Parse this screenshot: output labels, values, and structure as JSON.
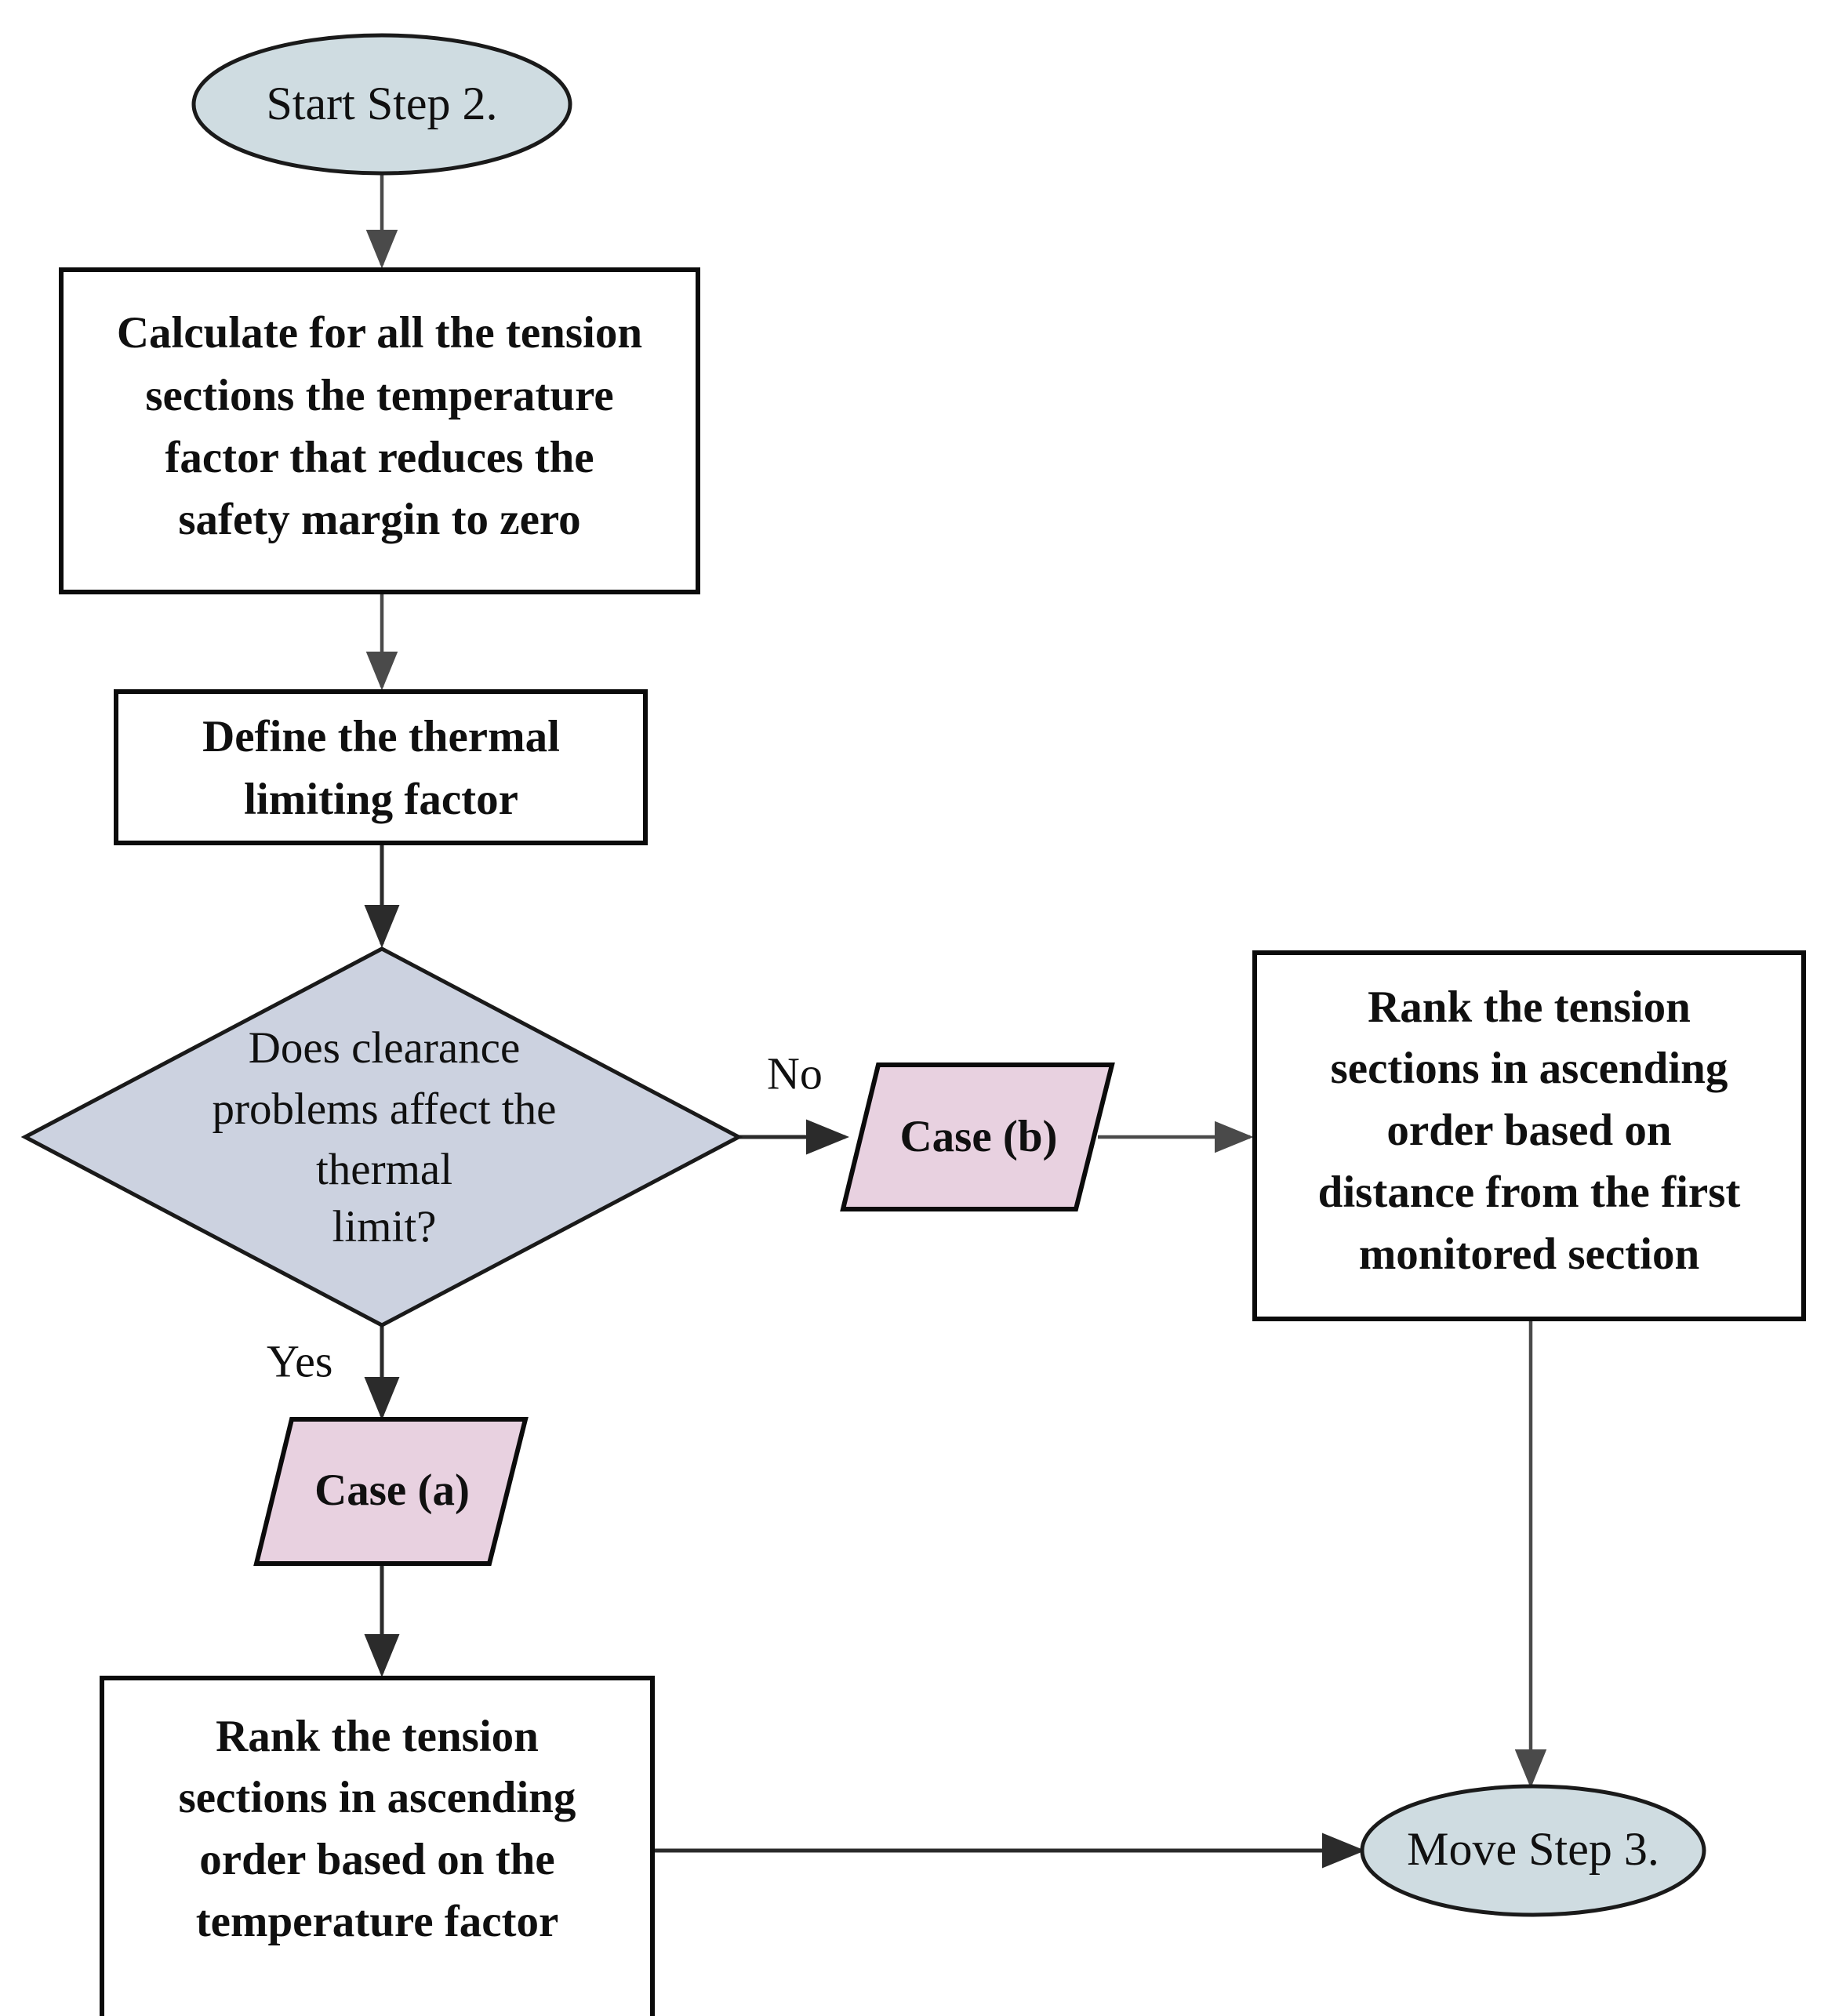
{
  "diagram": {
    "title": "Step 2 ranking procedure flowchart",
    "type": "flowchart",
    "colors": {
      "terminal_fill": "#cfdce1",
      "decision_fill": "#ccd2e0",
      "case_fill": "#e8d1e0",
      "process_fill": "#ffffff",
      "stroke": "#0b0b0b",
      "edge": "#2b2b2b",
      "text": "#101010"
    }
  },
  "nodes": {
    "start": {
      "shape": "ellipse",
      "label": "Start Step 2."
    },
    "calculate": {
      "shape": "rectangle",
      "lines": [
        "Calculate for all the tension",
        "sections the temperature",
        "factor that reduces the",
        "safety margin to zero"
      ]
    },
    "define": {
      "shape": "rectangle",
      "lines": [
        "Define the thermal",
        "limiting factor"
      ]
    },
    "decision": {
      "shape": "diamond",
      "lines": [
        "Does clearance",
        "problems affect the",
        "thermal",
        "limit?"
      ]
    },
    "case_a": {
      "shape": "parallelogram",
      "label": "Case (a)"
    },
    "case_b": {
      "shape": "parallelogram",
      "label": "Case (b)"
    },
    "rank_temperature": {
      "shape": "rectangle",
      "lines": [
        "Rank the tension",
        "sections in ascending",
        "order based on the",
        "temperature factor"
      ]
    },
    "rank_distance": {
      "shape": "rectangle",
      "lines": [
        "Rank the tension",
        "sections in ascending",
        "order based on",
        "distance from the first",
        "monitored section"
      ]
    },
    "end": {
      "shape": "ellipse",
      "label": "Move Step 3."
    }
  },
  "edge_labels": {
    "yes": "Yes",
    "no": "No"
  },
  "edges": [
    {
      "from": "start",
      "to": "calculate",
      "label": ""
    },
    {
      "from": "calculate",
      "to": "define",
      "label": ""
    },
    {
      "from": "define",
      "to": "decision",
      "label": ""
    },
    {
      "from": "decision",
      "to": "case_b",
      "label": "No"
    },
    {
      "from": "case_b",
      "to": "rank_distance",
      "label": ""
    },
    {
      "from": "decision",
      "to": "case_a",
      "label": "Yes"
    },
    {
      "from": "case_a",
      "to": "rank_temperature",
      "label": ""
    },
    {
      "from": "rank_temperature",
      "to": "end",
      "label": ""
    },
    {
      "from": "rank_distance",
      "to": "end",
      "label": ""
    }
  ]
}
